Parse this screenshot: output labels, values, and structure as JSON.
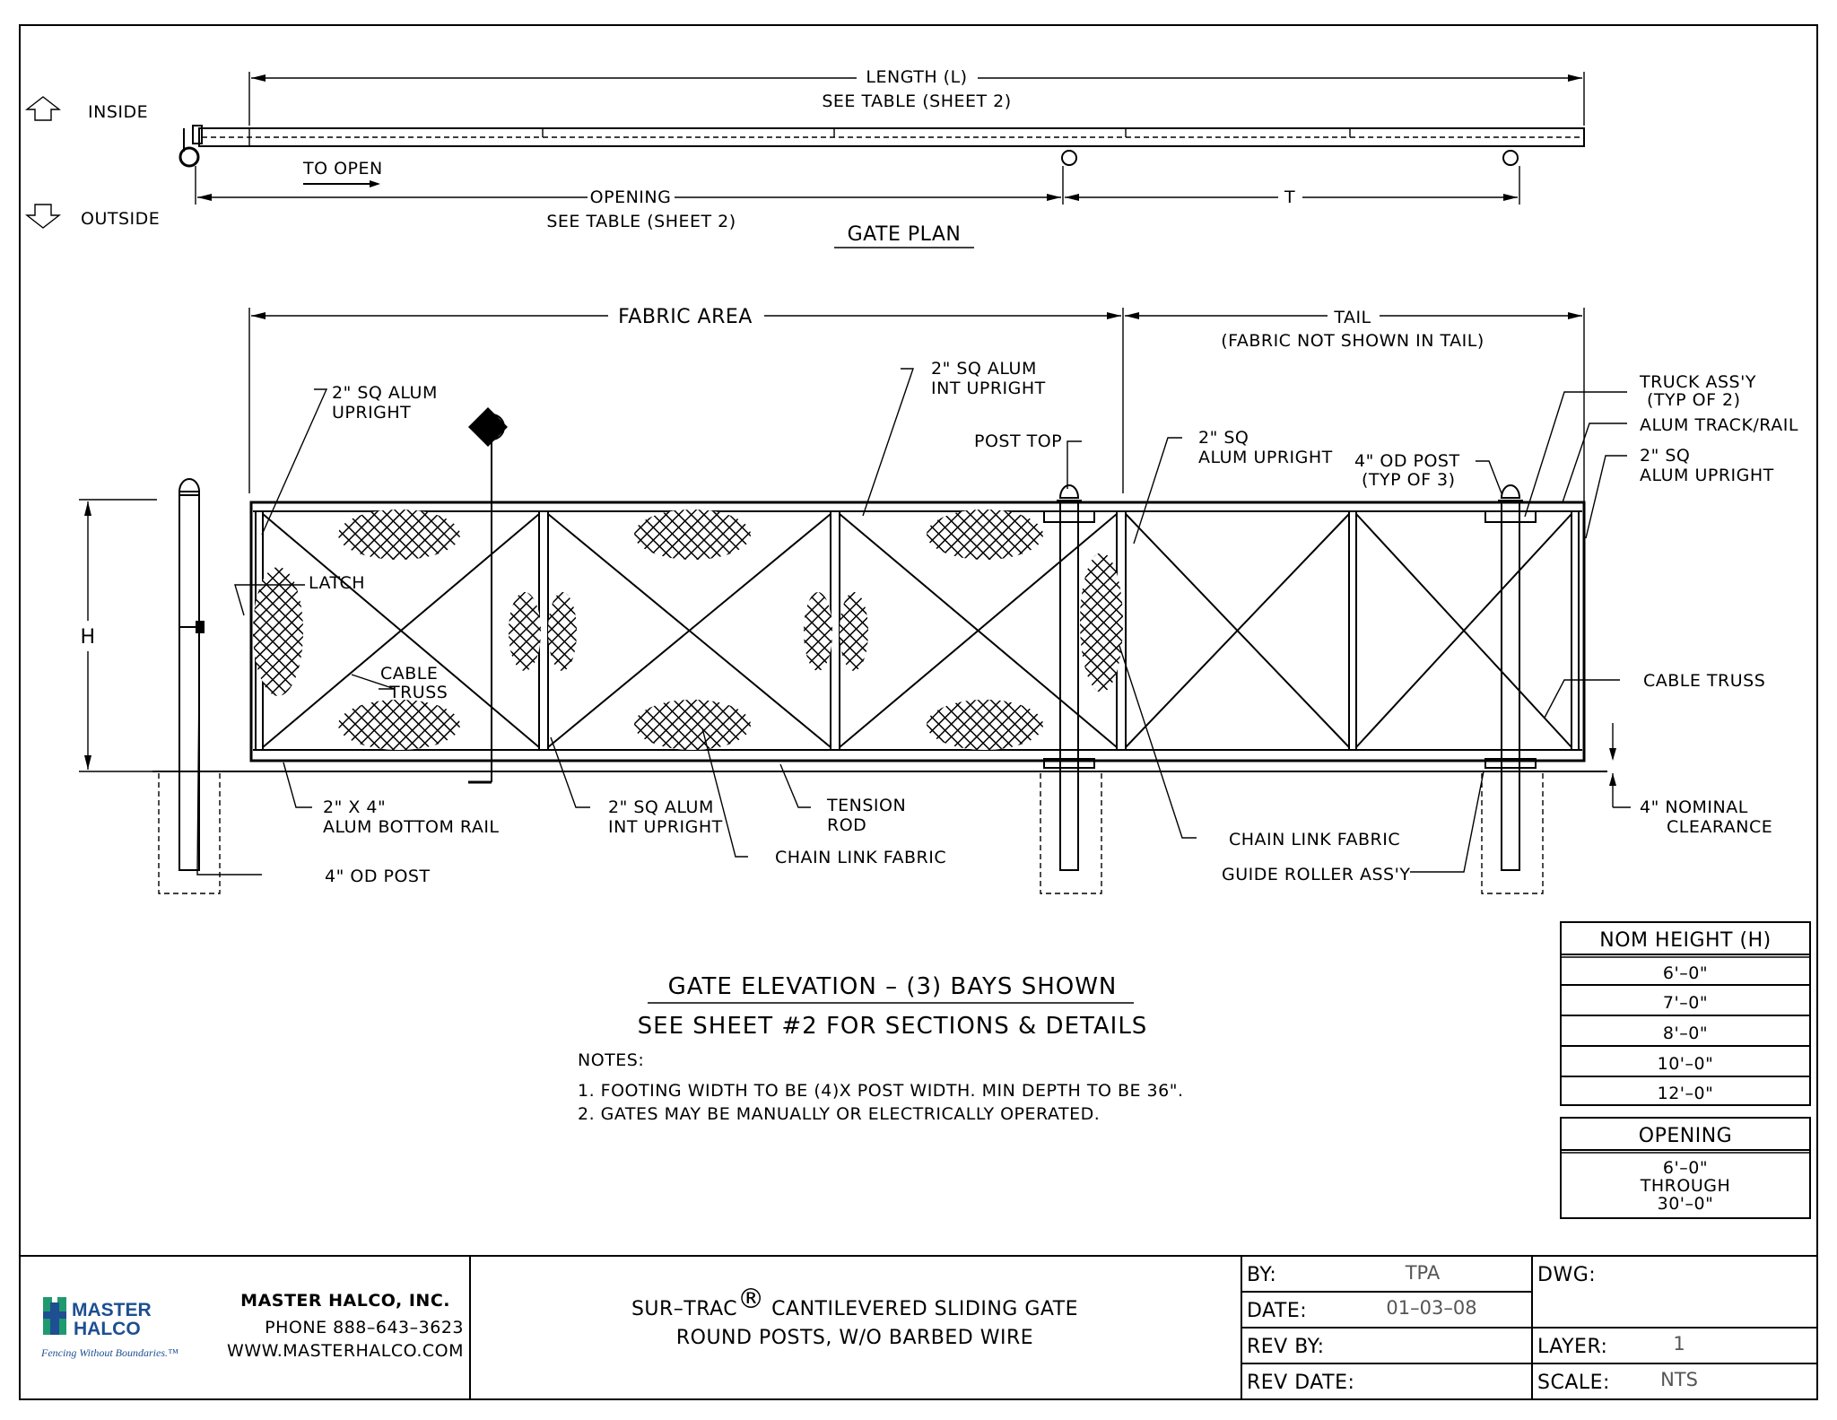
{
  "plan": {
    "inside": "INSIDE",
    "outside": "OUTSIDE",
    "length_line1": "LENGTH (L)",
    "length_line2": "SEE TABLE (SHEET 2)",
    "to_open": "TO OPEN",
    "opening_line1": "OPENING",
    "opening_line2": "SEE TABLE (SHEET 2)",
    "t_label": "T",
    "title": "GATE PLAN"
  },
  "elevation": {
    "fabric_area": "FABRIC AREA",
    "tail": "TAIL",
    "tail_note": "(FABRIC NOT SHOWN IN TAIL)",
    "height_label": "H",
    "section_marker": "A",
    "callouts": {
      "upright_left_1": "2\" SQ ALUM",
      "upright_left_2": "UPRIGHT",
      "int_upright_top_1": "2\" SQ ALUM",
      "int_upright_top_2": "INT UPRIGHT",
      "post_top": "POST TOP",
      "sq_upright_mid_1": "2\" SQ",
      "sq_upright_mid_2": "ALUM UPRIGHT",
      "od_post_typ_1": "4\" OD POST",
      "od_post_typ_2": "(TYP OF 3)",
      "truck_1": "TRUCK ASS'Y",
      "truck_2": "(TYP OF 2)",
      "track": "ALUM TRACK/RAIL",
      "sq_upright_right_1": "2\" SQ",
      "sq_upright_right_2": "ALUM UPRIGHT",
      "latch": "LATCH",
      "cable_truss_left_1": "CABLE",
      "cable_truss_left_2": "TRUSS",
      "cable_truss_right": "CABLE TRUSS",
      "bottom_rail_1": "2\" X 4\"",
      "bottom_rail_2": "ALUM BOTTOM RAIL",
      "int_upright_bot_1": "2\" SQ ALUM",
      "int_upright_bot_2": "INT UPRIGHT",
      "tension_rod_1": "TENSION",
      "tension_rod_2": "ROD",
      "chain_link_left": "CHAIN LINK FABRIC",
      "chain_link_right": "CHAIN LINK FABRIC",
      "guide_roller": "GUIDE ROLLER ASS'Y",
      "od_post_bottom": "4\" OD POST",
      "clearance_1": "4\" NOMINAL",
      "clearance_2": "CLEARANCE"
    },
    "title": "GATE ELEVATION – (3) BAYS SHOWN",
    "subtitle": "SEE SHEET #2 FOR SECTIONS & DETAILS"
  },
  "notes": {
    "heading": "NOTES:",
    "items": [
      "1. FOOTING WIDTH TO BE (4)X POST WIDTH.  MIN DEPTH TO BE 36\".",
      "2. GATES MAY BE MANUALLY OR ELECTRICALLY OPERATED."
    ]
  },
  "height_table": {
    "header": "NOM HEIGHT (H)",
    "rows": [
      "6'–0\"",
      "7'–0\"",
      "8'–0\"",
      "10'–0\"",
      "12'–0\""
    ]
  },
  "opening_table": {
    "header": "OPENING",
    "line1": "6'–0\"",
    "line2": "THROUGH",
    "line3": "30'–0\""
  },
  "title_block": {
    "logo_line1": "MASTER",
    "logo_line2": "HALCO",
    "tagline": "Fencing Without Boundaries.™",
    "company": "MASTER HALCO, INC.",
    "phone": "PHONE 888–643–3623",
    "website": "WWW.MASTERHALCO.COM",
    "drawing_title_1": "SUR–TRAC",
    "registered": "®",
    "drawing_title_1b": "CANTILEVERED SLIDING GATE",
    "drawing_title_2": "ROUND POSTS, W/O BARBED WIRE",
    "by_label": "BY:",
    "by_value": "TPA",
    "date_label": "DATE:",
    "date_value": "01–03–08",
    "rev_by_label": "REV BY:",
    "rev_by_value": "",
    "rev_date_label": "REV DATE:",
    "rev_date_value": "",
    "dwg_label": "DWG:",
    "dwg_value": "",
    "layer_label": "LAYER:",
    "layer_value": "1",
    "scale_label": "SCALE:",
    "scale_value": "NTS"
  },
  "colors": {
    "logo_blue": "#1d4f91",
    "logo_green": "#1f9a6f"
  }
}
